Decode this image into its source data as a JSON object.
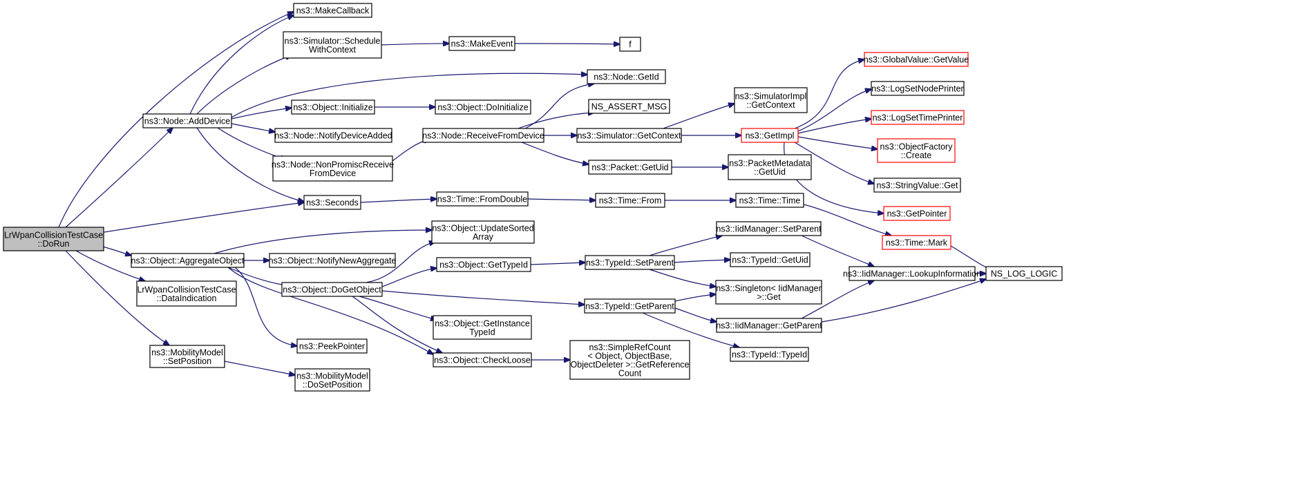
{
  "colors": {
    "edge": "#191970",
    "root_fill": "#bfbfbf",
    "truncated_border": "#ff0000",
    "node_border": "#000000"
  },
  "nodes": [
    {
      "id": "dorun",
      "lines": [
        "LrWpanCollisionTestCase",
        "::DoRun"
      ],
      "root": true
    },
    {
      "id": "makecallback",
      "lines": [
        "ns3::MakeCallback"
      ]
    },
    {
      "id": "schedule",
      "lines": [
        "ns3::Simulator::Schedule",
        "WithContext"
      ]
    },
    {
      "id": "makeevent",
      "lines": [
        "ns3::MakeEvent"
      ]
    },
    {
      "id": "f",
      "lines": [
        "f"
      ]
    },
    {
      "id": "nodegetid",
      "lines": [
        "ns3::Node::GetId"
      ]
    },
    {
      "id": "adddevice",
      "lines": [
        "ns3::Node::AddDevice"
      ]
    },
    {
      "id": "objinit",
      "lines": [
        "ns3::Object::Initialize"
      ]
    },
    {
      "id": "objdoinit",
      "lines": [
        "ns3::Object::DoInitialize"
      ]
    },
    {
      "id": "notifydevice",
      "lines": [
        "ns3::Node::NotifyDeviceAdded"
      ]
    },
    {
      "id": "nonpromisc",
      "lines": [
        "ns3::Node::NonPromiscReceive",
        "FromDevice"
      ]
    },
    {
      "id": "recvfromdev",
      "lines": [
        "ns3::Node::ReceiveFromDevice"
      ]
    },
    {
      "id": "assertmsg",
      "lines": [
        "NS_ASSERT_MSG"
      ]
    },
    {
      "id": "simgetctx",
      "lines": [
        "ns3::Simulator::GetContext"
      ]
    },
    {
      "id": "implgetctx",
      "lines": [
        "ns3::SimulatorImpl",
        "::GetContext"
      ]
    },
    {
      "id": "getimpl",
      "lines": [
        "ns3::GetImpl"
      ],
      "truncated": true
    },
    {
      "id": "pktgetuid",
      "lines": [
        "ns3::Packet::GetUid"
      ]
    },
    {
      "id": "pktmeta",
      "lines": [
        "ns3::PacketMetadata",
        "::GetUid"
      ]
    },
    {
      "id": "gvgetvalue",
      "lines": [
        "ns3::GlobalValue::GetValue"
      ],
      "truncated": true
    },
    {
      "id": "lognode",
      "lines": [
        "ns3::LogSetNodePrinter"
      ]
    },
    {
      "id": "logtime",
      "lines": [
        "ns3::LogSetTimePrinter"
      ],
      "truncated": true
    },
    {
      "id": "objfactory",
      "lines": [
        "ns3::ObjectFactory",
        "::Create"
      ],
      "truncated": true
    },
    {
      "id": "strvalget",
      "lines": [
        "ns3::StringValue::Get"
      ]
    },
    {
      "id": "getpointer",
      "lines": [
        "ns3::GetPointer"
      ],
      "truncated": true
    },
    {
      "id": "seconds",
      "lines": [
        "ns3::Seconds"
      ]
    },
    {
      "id": "fromdouble",
      "lines": [
        "ns3::Time::FromDouble"
      ]
    },
    {
      "id": "timefrom",
      "lines": [
        "ns3::Time::From"
      ]
    },
    {
      "id": "timetime",
      "lines": [
        "ns3::Time::Time"
      ]
    },
    {
      "id": "timemark",
      "lines": [
        "ns3::Time::Mark"
      ],
      "truncated": true
    },
    {
      "id": "nslog",
      "lines": [
        "NS_LOG_LOGIC"
      ]
    },
    {
      "id": "aggregate",
      "lines": [
        "ns3::Object::AggregateObject"
      ]
    },
    {
      "id": "updatesorted",
      "lines": [
        "ns3::Object::UpdateSorted",
        "Array"
      ]
    },
    {
      "id": "notifyagg",
      "lines": [
        "ns3::Object::NotifyNewAggregate"
      ]
    },
    {
      "id": "dogetobject",
      "lines": [
        "ns3::Object::DoGetObject"
      ]
    },
    {
      "id": "gettypeid",
      "lines": [
        "ns3::Object::GetTypeId"
      ]
    },
    {
      "id": "setparent",
      "lines": [
        "ns3::TypeId::SetParent"
      ]
    },
    {
      "id": "iidsetparent",
      "lines": [
        "ns3::IidManager::SetParent"
      ]
    },
    {
      "id": "typeidgetuid",
      "lines": [
        "ns3::TypeId::GetUid"
      ]
    },
    {
      "id": "lookupinfo",
      "lines": [
        "ns3::IidManager::LookupInformation"
      ]
    },
    {
      "id": "singleton",
      "lines": [
        "ns3::Singleton< IidManager",
        " >::Get"
      ]
    },
    {
      "id": "typeidgetparent",
      "lines": [
        "ns3::TypeId::GetParent"
      ]
    },
    {
      "id": "iidgetparent",
      "lines": [
        "ns3::IidManager::GetParent"
      ]
    },
    {
      "id": "typeidtypeid",
      "lines": [
        "ns3::TypeId::TypeId"
      ]
    },
    {
      "id": "dataind",
      "lines": [
        "LrWpanCollisionTestCase",
        "::DataIndication"
      ]
    },
    {
      "id": "instancetypeid",
      "lines": [
        "ns3::Object::GetInstance",
        "TypeId"
      ]
    },
    {
      "id": "peekpointer",
      "lines": [
        "ns3::PeekPointer"
      ]
    },
    {
      "id": "checkloose",
      "lines": [
        "ns3::Object::CheckLoose"
      ]
    },
    {
      "id": "simplerefcount",
      "lines": [
        "ns3::SimpleRefCount",
        "< Object, ObjectBase,",
        " ObjectDeleter >::GetReference",
        "Count"
      ]
    },
    {
      "id": "setposition",
      "lines": [
        "ns3::MobilityModel",
        "::SetPosition"
      ]
    },
    {
      "id": "dosetposition",
      "lines": [
        "ns3::MobilityModel",
        "::DoSetPosition"
      ]
    }
  ]
}
